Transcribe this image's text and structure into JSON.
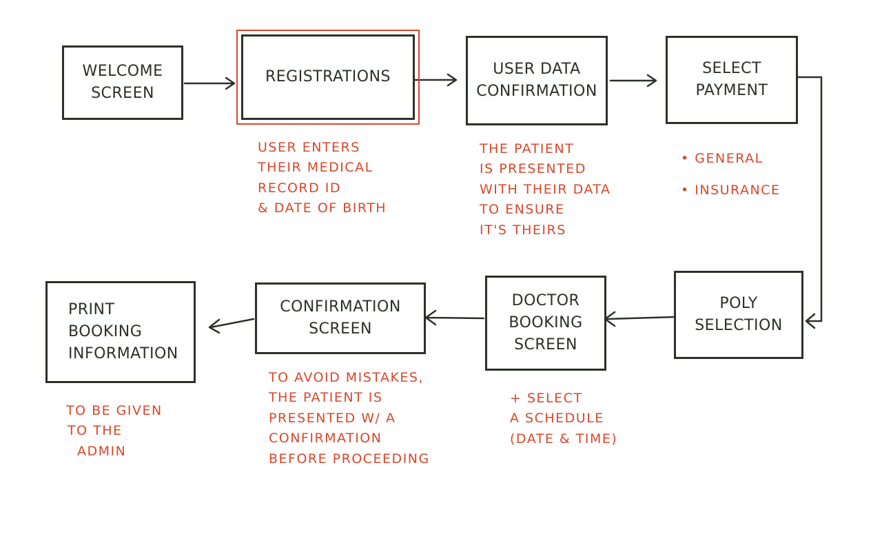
{
  "nodes": {
    "welcome": [
      "WELCOME",
      "SCREEN"
    ],
    "registrations": [
      "REGISTRATIONS"
    ],
    "user_data": [
      "USER DATA",
      "CONFIRMATION"
    ],
    "select_payment": [
      "SELECT",
      "PAYMENT"
    ],
    "poly": [
      "POLY",
      "SELECTION"
    ],
    "doctor": [
      "DOCTOR",
      "BOOKING",
      "SCREEN"
    ],
    "confirmation": [
      "CONFIRMATION",
      "SCREEN"
    ],
    "print": [
      "PRINT",
      "BOOKING",
      "INFORMATION"
    ]
  },
  "notes": {
    "registrations": [
      "USER ENTERS",
      "THEIR MEDICAL",
      "RECORD ID",
      "& DATE OF BIRTH"
    ],
    "user_data": [
      "THE PATIENT",
      "IS PRESENTED",
      "WITH THEIR DATA",
      "TO ENSURE",
      "IT'S THEIRS"
    ],
    "select_payment": [
      "• GENERAL",
      "• INSURANCE"
    ],
    "doctor": [
      "+ SELECT",
      "A SCHEDULE",
      "(DATE & TIME)"
    ],
    "confirmation": [
      "TO AVOID MISTAKES,",
      "THE PATIENT IS",
      "PRESENTED W/ A",
      "CONFIRMATION",
      "BEFORE PROCEEDING"
    ],
    "print": [
      "TO BE GIVEN",
      "TO THE",
      "ADMIN"
    ]
  },
  "colors": {
    "box_stroke": "#2b3128",
    "annotation": "#d9472b",
    "highlight": "#d9472b"
  }
}
